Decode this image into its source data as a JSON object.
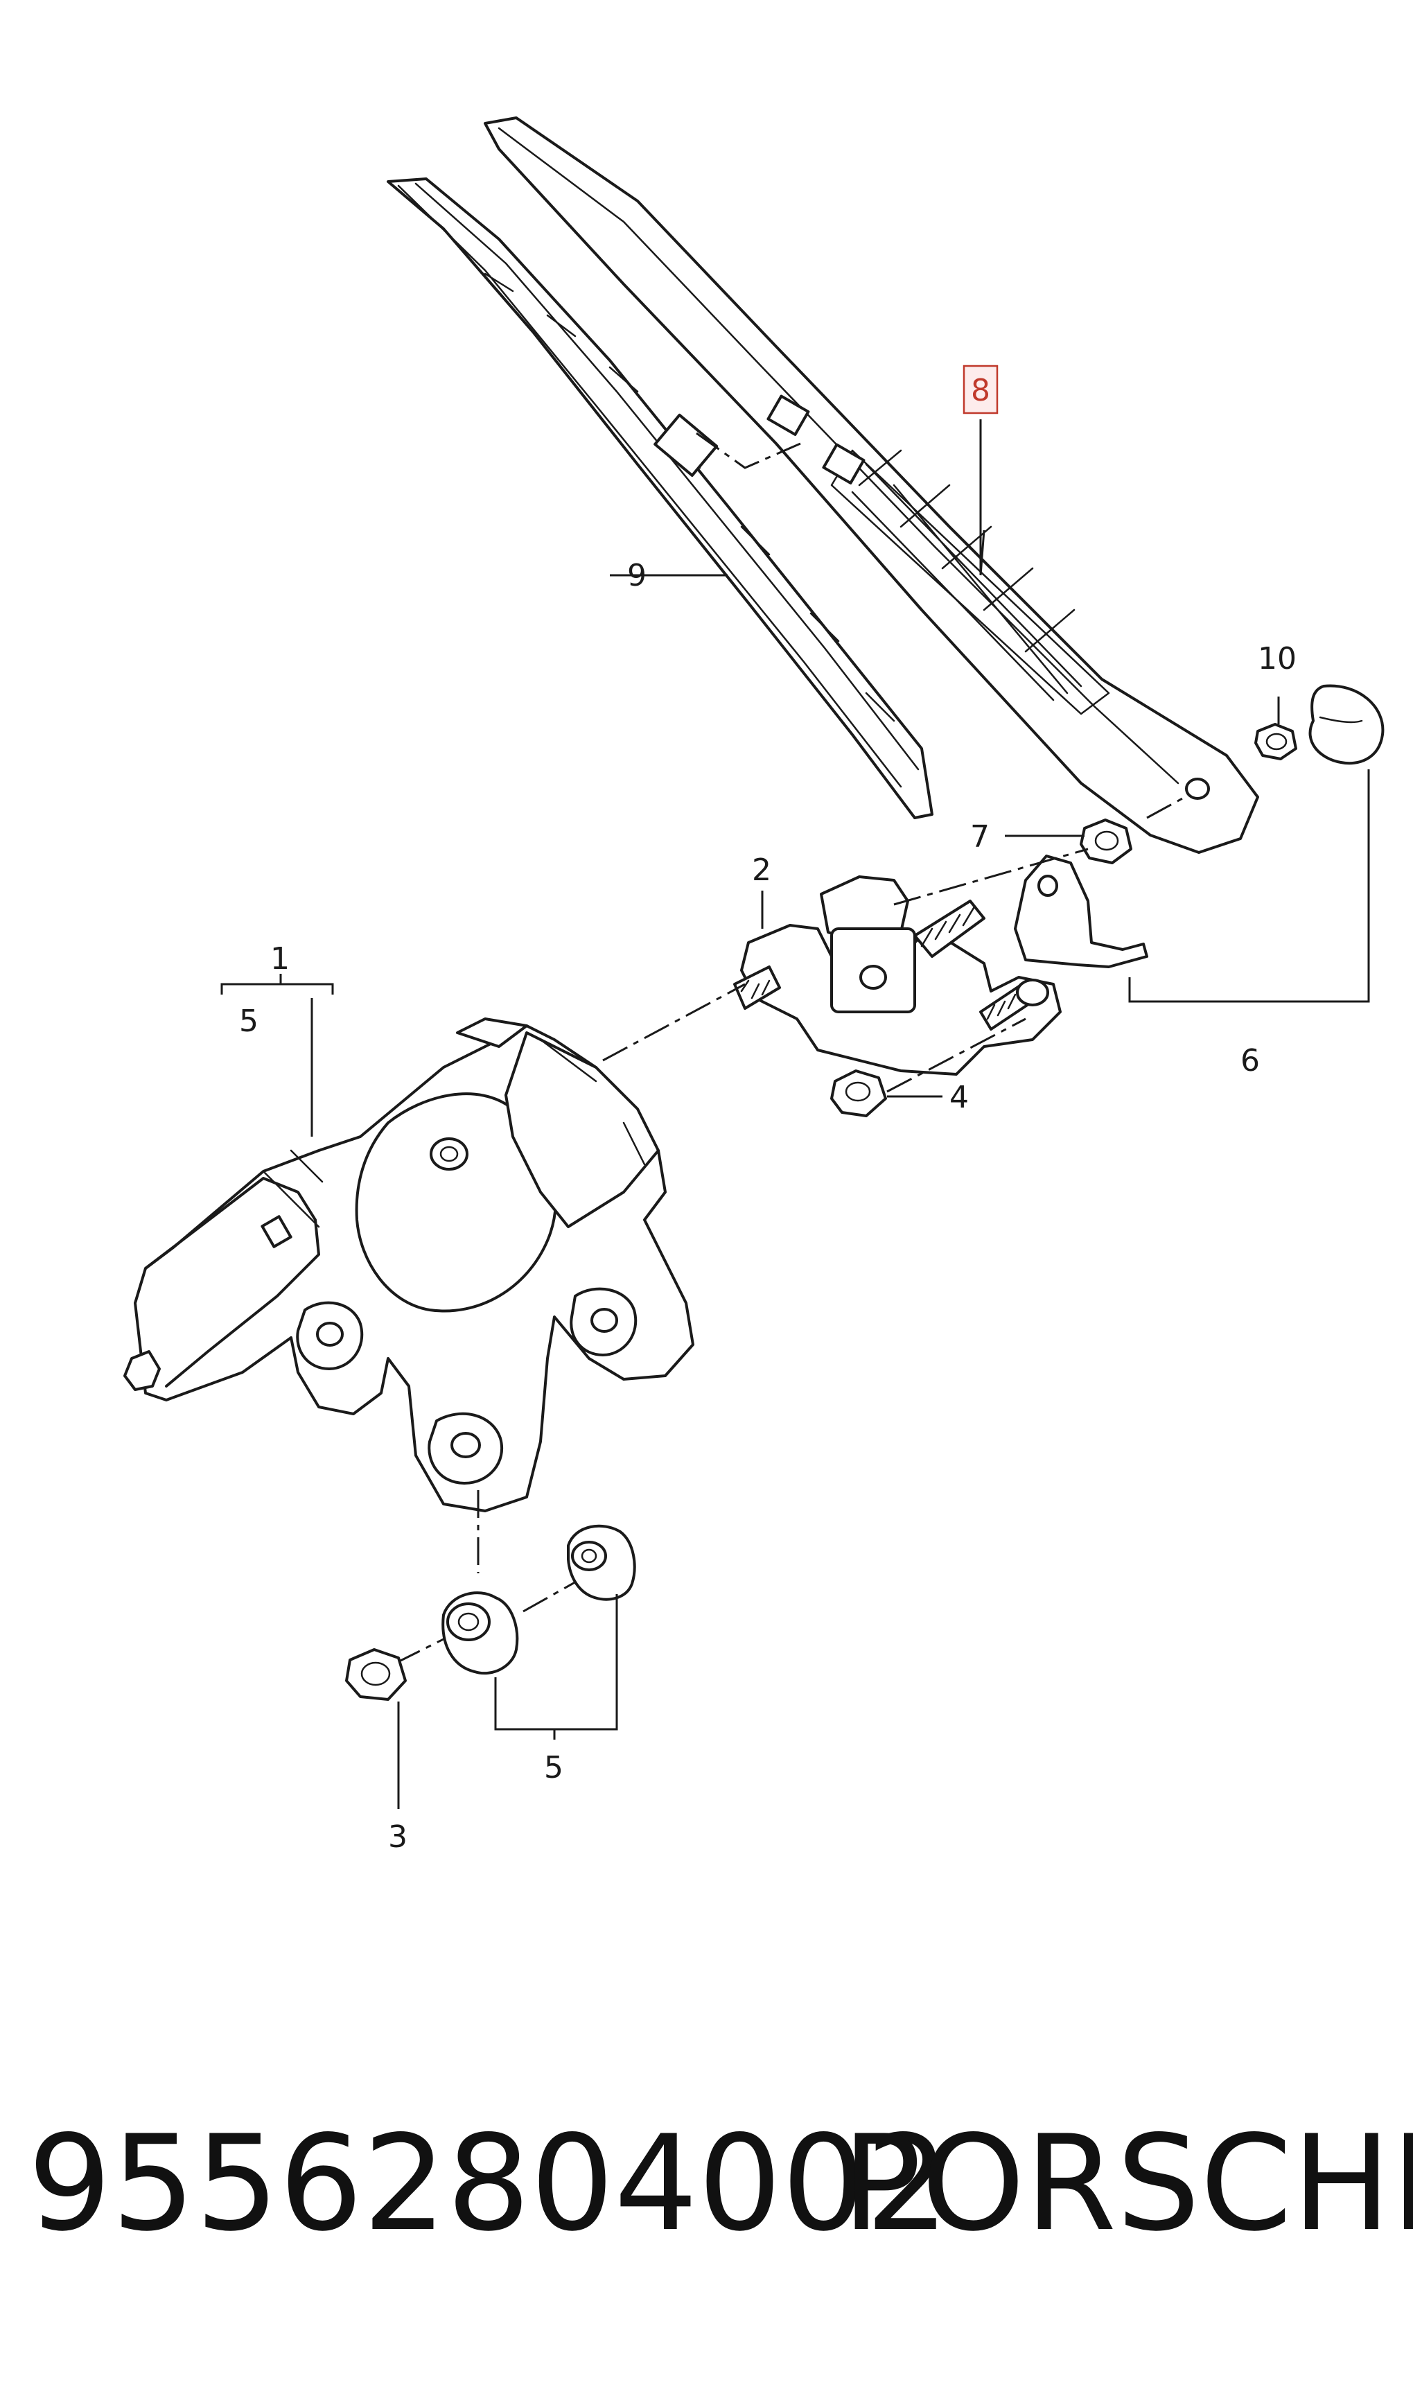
{
  "diagram": {
    "callouts": {
      "c1": "1",
      "c2": "2",
      "c3": "3",
      "c4": "4",
      "c5a": "5",
      "c5b": "5",
      "c6": "6",
      "c7": "7",
      "c8": "8",
      "c9": "9",
      "c10": "10"
    },
    "highlighted_callout": "8",
    "highlight_color": "#c0392b"
  },
  "footer": {
    "part_number": "95562804002",
    "brand": "PORSCHE"
  }
}
